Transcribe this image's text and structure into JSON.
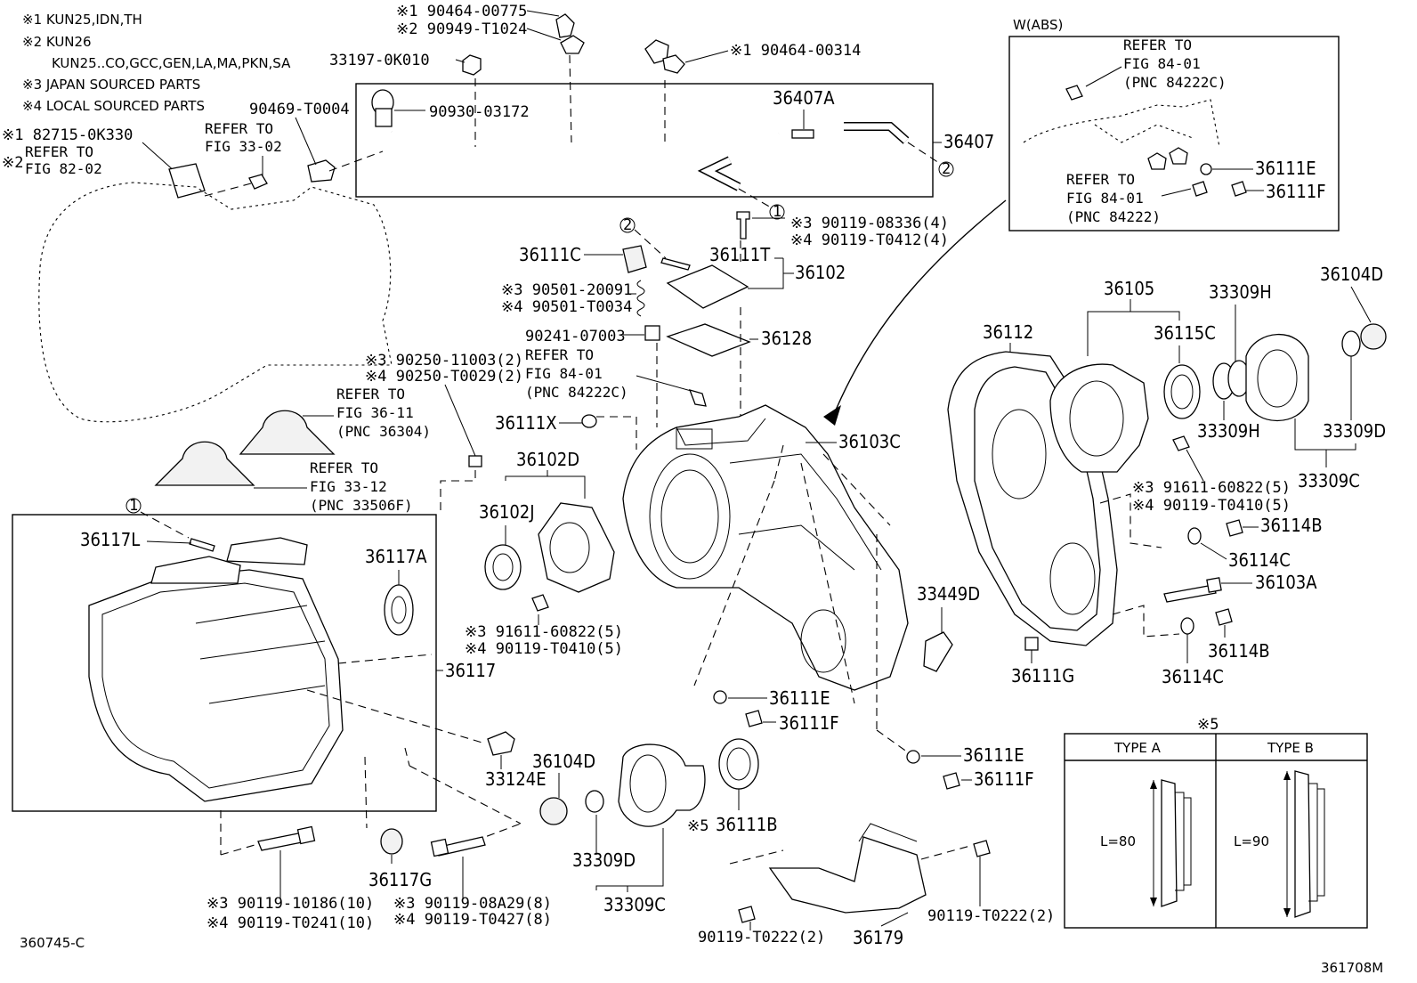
{
  "notes": [
    "※1 KUN25,IDN,TH",
    "※2 KUN26",
    "KUN25..CO,GCC,GEN,LA,MA,PKN,SA",
    "※3 JAPAN SOURCED PARTS",
    "※4 LOCAL SOURCED PARTS"
  ],
  "labels": {
    "p190464_00775": "※1 90464-00775",
    "p290949_T1024": "※2 90949-T1024",
    "p33197": "33197-0K010",
    "p190464_00314": "※1 90464-00314",
    "p90469": "90469-T0004",
    "p90930": "90930-03172",
    "p36407A": "36407A",
    "p36407": "36407",
    "p182715": "※1 82715-0K330",
    "pmark2": "※2",
    "ref_82_02_a": "REFER TO",
    "ref_82_02_b": "FIG 82-02",
    "ref_33_02_a": "REFER TO",
    "ref_33_02_b": "FIG 33-02",
    "circle1": "1",
    "circle2": "2",
    "p390119_08336": "※3 90119-08336(4)",
    "p490119_T0412": "※4 90119-T0412(4)",
    "p36111C": "36111C",
    "p36111T": "36111T",
    "p36102": "36102",
    "p390501": "※3 90501-20091",
    "p490501": "※4 90501-T0034",
    "p90241": "90241-07003",
    "p36128": "36128",
    "ref_84_01a_a": "REFER TO",
    "ref_84_01a_b": "FIG 84-01",
    "ref_84_01a_c": "(PNC 84222C)",
    "p390250": "※3 90250-11003(2)",
    "p490250": "※4 90250-T0029(2)",
    "ref_36_11_a": "REFER TO",
    "ref_36_11_b": "FIG 36-11",
    "ref_36_11_c": "(PNC 36304)",
    "ref_33_12_a": "REFER TO",
    "ref_33_12_b": "FIG 33-12",
    "ref_33_12_c": "(PNC 33506F)",
    "p36111X": "36111X",
    "p36102D": "36102D",
    "p36102J": "36102J",
    "p36103C": "36103C",
    "p391611_a": "※3 91611-60822(5)",
    "p490119_T0410_a": "※4 90119-T0410(5)",
    "p36117L": "36117L",
    "p36117A": "36117A",
    "p36117": "36117",
    "p33449D": "33449D",
    "p36111E_a": "36111E",
    "p36111F_a": "36111F",
    "p33124E": "33124E",
    "p36104D_a": "36104D",
    "p36111B": "36111B",
    "mark5a": "※5",
    "p33309D_a": "33309D",
    "p33309C_a": "33309C",
    "p36117G": "36117G",
    "p390119_10186": "※3 90119-10186(10)",
    "p490119_T0241": "※4 90119-T0241(10)",
    "p390119_08A29": "※3 90119-08A29(8)",
    "p490119_T0427": "※4 90119-T0427(8)",
    "p36111E_b": "36111E",
    "p36111F_b": "36111F",
    "p90119_T0222_a": "90119-T0222(2)",
    "p90119_T0222_b": "90119-T0222(2)",
    "p36179": "36179",
    "wabs": "W(ABS)",
    "ref_84_01b_a": "REFER TO",
    "ref_84_01b_b": "FIG 84-01",
    "ref_84_01b_c": "(PNC 84222C)",
    "ref_84_01c_a": "REFER TO",
    "ref_84_01c_b": "FIG 84-01",
    "ref_84_01c_c": "(PNC 84222)",
    "p36111E_c": "36111E",
    "p36111F_c": "36111F",
    "p36105": "36105",
    "p33309H_a": "33309H",
    "p36104D_b": "36104D",
    "p36112": "36112",
    "p36115C": "36115C",
    "p33309H_b": "33309H",
    "p33309D_b": "33309D",
    "p33309C_b": "33309C",
    "p391611_b": "※3 91611-60822(5)",
    "p490119_T0410_b": "※4 90119-T0410(5)",
    "p36114B_a": "36114B",
    "p36114C_a": "36114C",
    "p36103A": "36103A",
    "p36114B_b": "36114B",
    "p36111G": "36111G",
    "p36114C_b": "36114C",
    "mark5b": "※5",
    "typeA": "TYPE A",
    "typeB": "TYPE B",
    "lenA": "L=80",
    "lenB": "L=90",
    "code_left": "360745-C",
    "code_right": "361708M"
  }
}
